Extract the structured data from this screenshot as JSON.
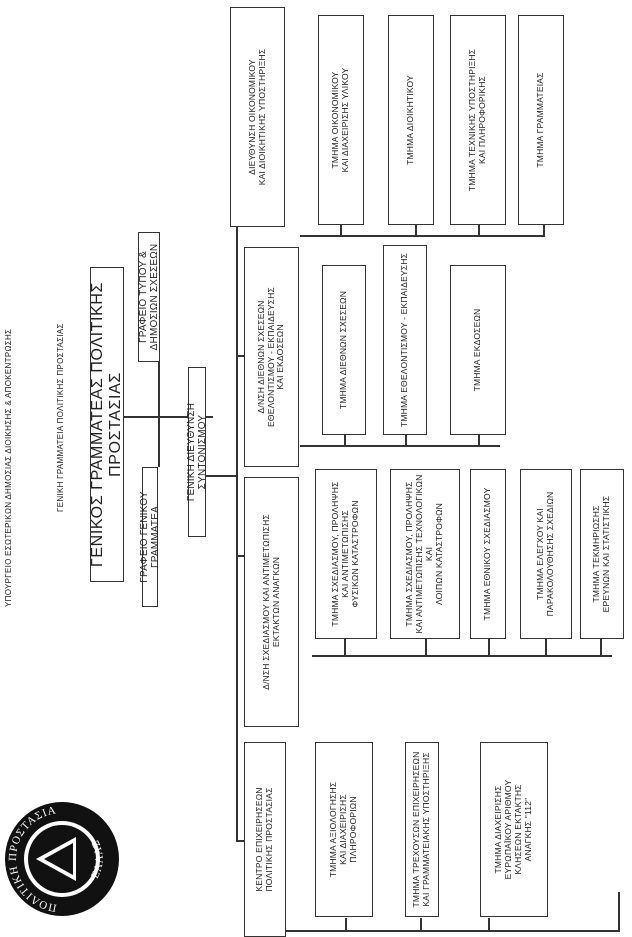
{
  "header": {
    "ministry": "ΥΠΟΥΡΓΕΙΟ ΕΣΩΤΕΡΙΚΩΝ ΔΗΜΟΣΙΑΣ ΔΙΟΙΚΗΣΗΣ & ΑΠΟΚΕΝΤΡΩΣΗΣ",
    "secretariat": "ΓΕΝΙΚΗ ΓΡΑΜΜΑΤΕΙΑ ΠΟΛΙΤΙΚΗΣ ΠΡΟΣΤΑΣΙΑΣ"
  },
  "logo": {
    "name": "seal",
    "text_top": "ΠΟΛΙΤΙΚΗ ΠΡΟΣΤΑΣΙΑ",
    "text_bottom": "ΕΛΛΑΣ"
  },
  "chart": {
    "top": "ΓΕΝΙΚΟΣ ΓΡΑΜΜΑΤΕΑΣ ΠΟΛΙΤΙΚΗΣ ΠΡΟΣΤΑΣΙΑΣ",
    "office_gs": "ΓΡΑΦΕΙΟ ΓΕΝΙΚΟΥ ΓΡΑΜΜΑΤΕΑ",
    "office_press": "ΓΡΑΦΕΙΟ ΤΥΠΟΥ & ΔΗΜΟΣΙΩΝ ΣΧΕΣΕΩΝ",
    "general_directorate": "ΓΕΝΙΚΗ ΔΙΕΥΘΥΝΣΗ ΣΥΝΤΟΝΙΣΜΟΥ",
    "branches": [
      {
        "title": "ΚΕΝΤΡΟ ΕΠΙΧΕΙΡΗΣΕΩΝ\nΠΟΛΙΤΙΚΗΣ ΠΡΟΣΤΑΣΙΑΣ",
        "children": [
          "ΤΜΗΜΑ ΑΞΙΟΛΟΓΗΣΗΣ\nΚΑΙ ΔΙΑΧΕΙΡΙΣΗΣ\nΠΛΗΡΟΦΟΡΙΩΝ",
          "ΤΜΗΜΑ ΤΡΕΧΟΥΣΩΝ ΕΠΙΧΕΙΡΗΣΕΩΝ\nΚΑΙ ΓΡΑΜΜΑΤΕΙΑΚΗΣ ΥΠΟΣΤΗΡΙΞΗΣ",
          "ΤΜΗΜΑ ΔΙΑΧΕΙΡΙΣΗΣ\nΕΥΡΩΠΑΪΚΟΥ ΑΡΙΘΜΟΥ\nΚΛΗΣΕΩΝ ΕΚΤΑΚΤΗΣ\nΑΝΑΓΚΗΣ \"112\""
        ]
      },
      {
        "title": "Δ/ΝΣΗ ΣΧΕΔΙΑΣΜΟΥ ΚΑΙ ΑΝΤΙΜΕΤΩΠΙΣΗΣ\nΕΚΤΑΚΤΩΝ ΑΝΑΓΚΩΝ",
        "children": [
          "ΤΜΗΜΑ ΣΧΕΔΙΑΣΜΟΥ, ΠΡΟΛΗΨΗΣ\nΚΑΙ ΑΝΤΙΜΕΤΩΠΙΣΗΣ\nΦΥΣΙΚΩΝ ΚΑΤΑΣΤΡΟΦΩΝ",
          "ΤΜΗΜΑ ΣΧΕΔΙΑΣΜΟΥ, ΠΡΟΛΗΨΗΣ\nΚΑΙ ΑΝΤΙΜΕΤΩΠΙΣΗΣ ΤΕΧΝΟΛΟΓΙΚΩΝ ΚΑΙ\nΛΟΙΠΩΝ ΚΑΤΑΣΤΡΟΦΩΝ",
          "ΤΜΗΜΑ ΕΘΝΙΚΟΥ ΣΧΕΔΙΑΣΜΟΥ",
          "ΤΜΗΜΑ ΕΛΕΓΧΟΥ ΚΑΙ\nΠΑΡΑΚΟΛΟΥΘΗΣΗΣ ΣΧΕΔΙΩΝ",
          "ΤΜΗΜΑ ΤΕΚΜΗΡΙΩΣΗΣ\nΕΡΕΥΝΩΝ ΚΑΙ ΣΤΑΤΙΣΤΙΚΗΣ"
        ]
      },
      {
        "title": "Δ/ΝΣΗ ΔΙΕΘΝΩΝ ΣΧΕΣΕΩΝ\nΕΘΕΛΟΝΤΙΣΜΟΥ - ΕΚΠΑΙΔΕΥΣΗΣ\nΚΑΙ ΕΚΔΟΣΕΩΝ",
        "children": [
          "ΤΜΗΜΑ ΔΙΕΘΝΩΝ ΣΧΕΣΕΩΝ",
          "ΤΜΗΜΑ ΕΘΕΛΟΝΤΙΣΜΟΥ - ΕΚΠΑΙΔΕΥΣΗΣ",
          "ΤΜΗΜΑ ΕΚΔΟΣΕΩΝ"
        ]
      },
      {
        "title": "ΔΙΕΥΘΥΝΣΗ ΟΙΚΟΝΟΜΙΚΟΥ\nΚΑΙ ΔΙΟΙΚΗΤΙΚΗΣ ΥΠΟΣΤΗΡΙΞΗΣ",
        "children": [
          "ΤΜΗΜΑ ΟΙΚΟΝΟΜΙΚΟΥ\nΚΑΙ ΔΙΑΧΕΙΡΙΣΗΣ ΥΛΙΚΟΥ",
          "ΤΜΗΜΑ ΔΙΟΙΚΗΤΙΚΟΥ",
          "ΤΜΗΜΑ ΤΕΧΝΙΚΗΣ ΥΠΟΣΤΗΡΙΞΗΣ\nΚΑΙ ΠΛΗΡΟΦΟΡΙΚΗΣ",
          "ΤΜΗΜΑ ΓΡΑΜΜΑΤΕΙΑΣ"
        ]
      }
    ]
  }
}
